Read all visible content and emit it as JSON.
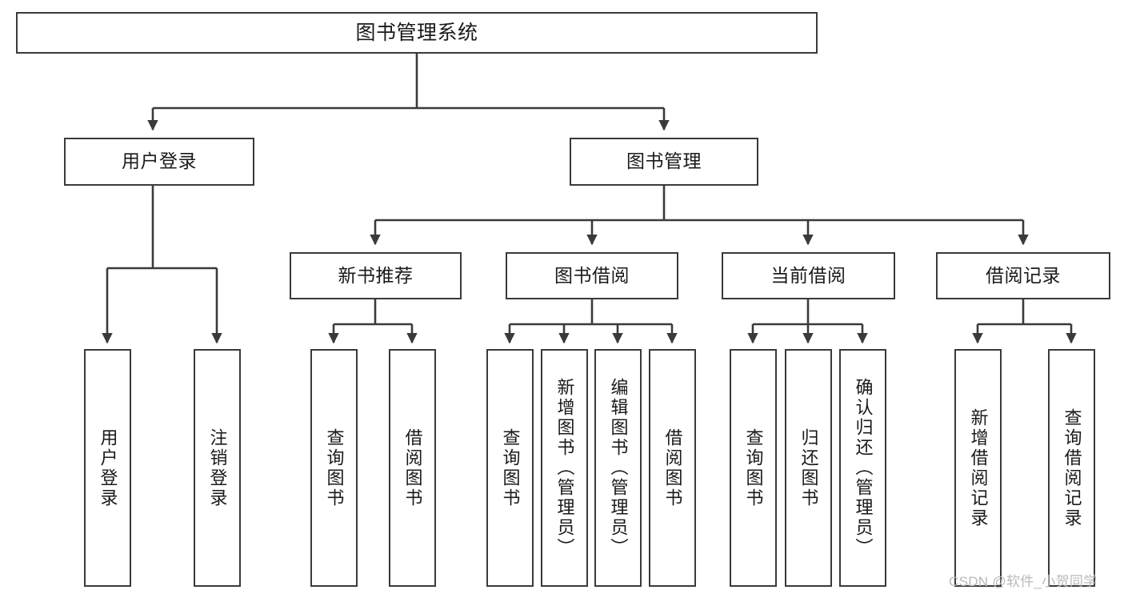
{
  "diagram": {
    "title": "图书管理系统",
    "type": "hierarchy-tree",
    "watermark": "CSDN @软件_小贺同学",
    "colors": {
      "background": "#ffffff",
      "box_border": "#3a3a3a",
      "connector": "#3a3a3a",
      "text": "#1a1a1a",
      "watermark": "#b9b9b9"
    },
    "root": {
      "label": "图书管理系统"
    },
    "level2": [
      {
        "label": "用户登录"
      },
      {
        "label": "图书管理"
      }
    ],
    "level3": [
      {
        "label": "新书推荐"
      },
      {
        "label": "图书借阅"
      },
      {
        "label": "当前借阅"
      },
      {
        "label": "借阅记录"
      }
    ],
    "leaves": {
      "user_login": [
        {
          "label": "用户登录"
        },
        {
          "label": "注销登录"
        }
      ],
      "new_book_recommend": [
        {
          "label": "查询图书"
        },
        {
          "label": "借阅图书"
        }
      ],
      "book_borrow": [
        {
          "label": "查询图书"
        },
        {
          "label": "新增图书（管理员）"
        },
        {
          "label": "编辑图书（管理员）"
        },
        {
          "label": "借阅图书"
        }
      ],
      "current_borrow": [
        {
          "label": "查询图书"
        },
        {
          "label": "归还图书"
        },
        {
          "label": "确认归还（管理员）"
        }
      ],
      "borrow_record": [
        {
          "label": "新增借阅记录"
        },
        {
          "label": "查询借阅记录"
        }
      ]
    }
  }
}
